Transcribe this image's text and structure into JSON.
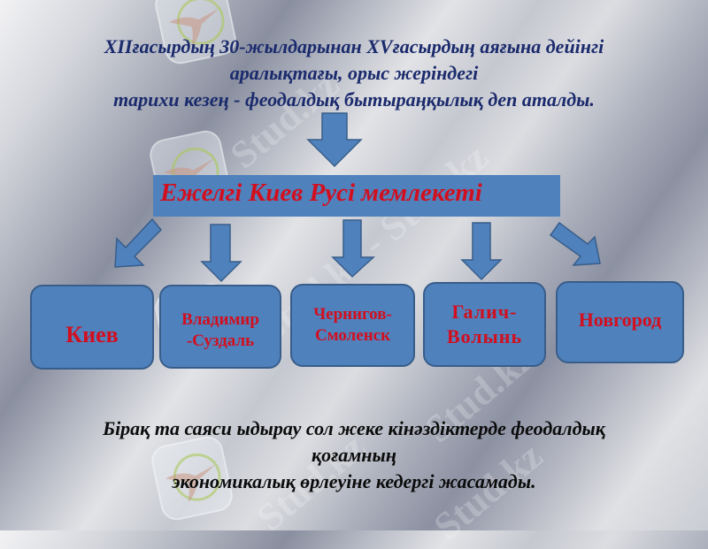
{
  "heading": {
    "lines": [
      "XIIғасырдың 30-жылдарынан XVғасырдың аяғына дейінгі",
      "аралықтағы, орыс жеріндегі",
      "тарихи кезең -  феодалдық бытыраңқылық деп аталды."
    ],
    "color": "#1a2a6c"
  },
  "banner": {
    "label": "Ежелгі Киев Русі мемлекеті",
    "fill": "#4f81bd",
    "text_color": "#d20f1e"
  },
  "principalities": [
    {
      "name_lines": [
        "Киев"
      ]
    },
    {
      "name_lines": [
        "Владимир",
        "-Суздаль"
      ]
    },
    {
      "name_lines": [
        "Чернигов-",
        "Смоленск"
      ]
    },
    {
      "name_lines": [
        "Галич-",
        "Волынь"
      ]
    },
    {
      "name_lines": [
        "Новгород"
      ]
    }
  ],
  "footer": {
    "lines": [
      "Бірақ та саяси ыдырау сол жеке кінәздіктерде феодалдық",
      "қоғамның",
      "экономикалық өрлеуіне кедергі жасамады."
    ],
    "color": "#0b0b0b"
  },
  "watermark": {
    "text": "Stud.kz",
    "text_alt": "Stud.kz - Stud.kz",
    "icon": "hummingbird-logo-icon"
  },
  "arrows": [
    {
      "id": "top",
      "direction": "down"
    },
    {
      "id": "to-kiev",
      "direction": "down-left"
    },
    {
      "id": "to-vladimir",
      "direction": "down"
    },
    {
      "id": "to-chernigov",
      "direction": "down"
    },
    {
      "id": "to-galich",
      "direction": "down"
    },
    {
      "id": "to-novgorod",
      "direction": "down-right"
    }
  ]
}
